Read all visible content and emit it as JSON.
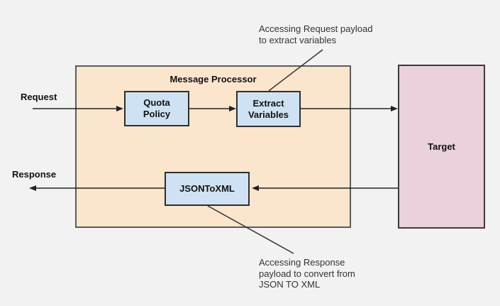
{
  "colors": {
    "background": "#F2F2F2",
    "processor_fill": "#FCE5CD",
    "processor_border": "#5B5B5B",
    "policy_fill": "#CFE2F3",
    "policy_border": "#2F2F2F",
    "target_fill": "#EAD1DC",
    "target_border": "#3B3B3B",
    "connector": "#222222"
  },
  "diagram": {
    "processor": {
      "label": "Message Processor"
    },
    "nodes": {
      "quota": {
        "lines": [
          "Quota",
          "Policy"
        ]
      },
      "extract": {
        "lines": [
          "Extract",
          "Variables"
        ]
      },
      "jsontoxml": {
        "label": "JSONToXML"
      },
      "target": {
        "label": "Target"
      }
    },
    "flow_labels": {
      "request": "Request",
      "response": "Response"
    },
    "annotations": {
      "top": {
        "lines": [
          "Accessing Request payload",
          "to extract variables"
        ]
      },
      "bottom": {
        "lines": [
          "Accessing Response",
          "payload to convert from",
          "JSON TO XML"
        ]
      }
    }
  }
}
